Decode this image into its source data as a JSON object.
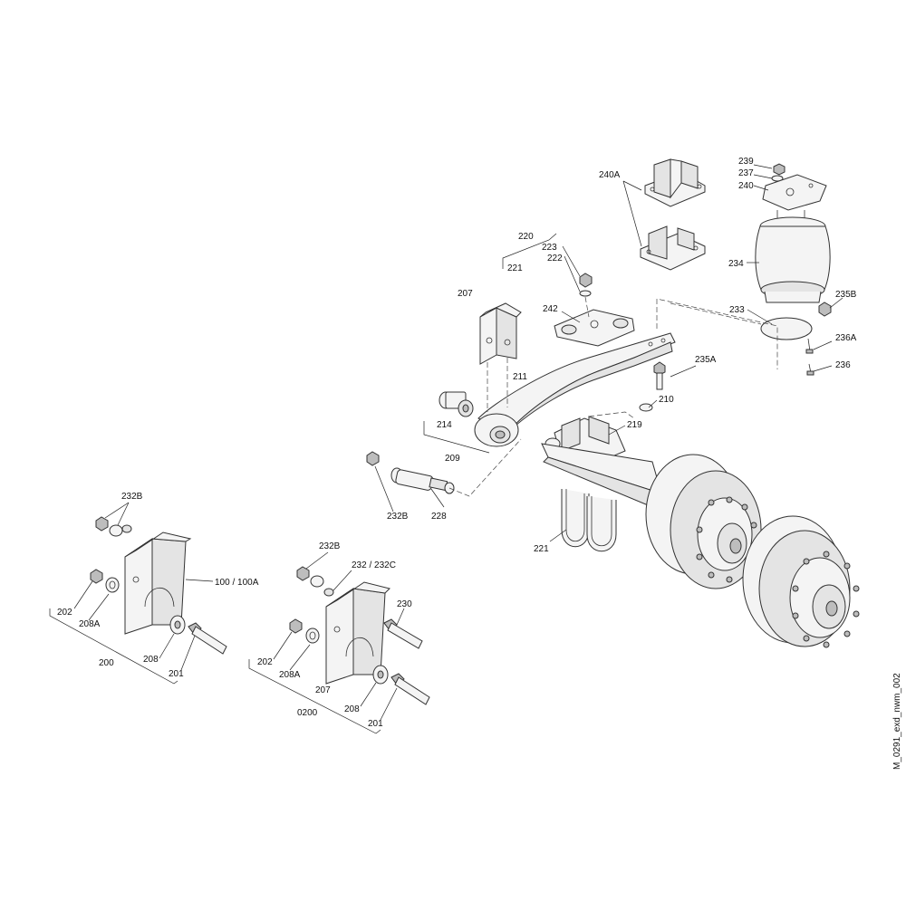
{
  "drawing_id": "M_0291_exd_nwm_002",
  "callouts": {
    "c240A": "240A",
    "c239": "239",
    "c237": "237",
    "c240": "240",
    "c234": "234",
    "c235B": "235B",
    "c233": "233",
    "c236A": "236A",
    "c236": "236",
    "c220": "220",
    "c223": "223",
    "c222": "222",
    "c221top": "221",
    "c207top": "207",
    "c242": "242",
    "c235A": "235A",
    "c211": "211",
    "c210": "210",
    "c219": "219",
    "c214": "214",
    "c209": "209",
    "c232Bmid": "232B",
    "c228": "228",
    "c221low": "221",
    "c232Bleft": "232B",
    "c100": "100 / 100A",
    "c202left": "202",
    "c208Aleft": "208A",
    "c208left": "208",
    "c200": "200",
    "c201left": "201",
    "c232Bright": "232B",
    "c232": "232 / 232C",
    "c230": "230",
    "c202right": "202",
    "c208Aright": "208A",
    "c207low": "207",
    "c0200": "0200",
    "c208right": "208",
    "c201right": "201"
  }
}
